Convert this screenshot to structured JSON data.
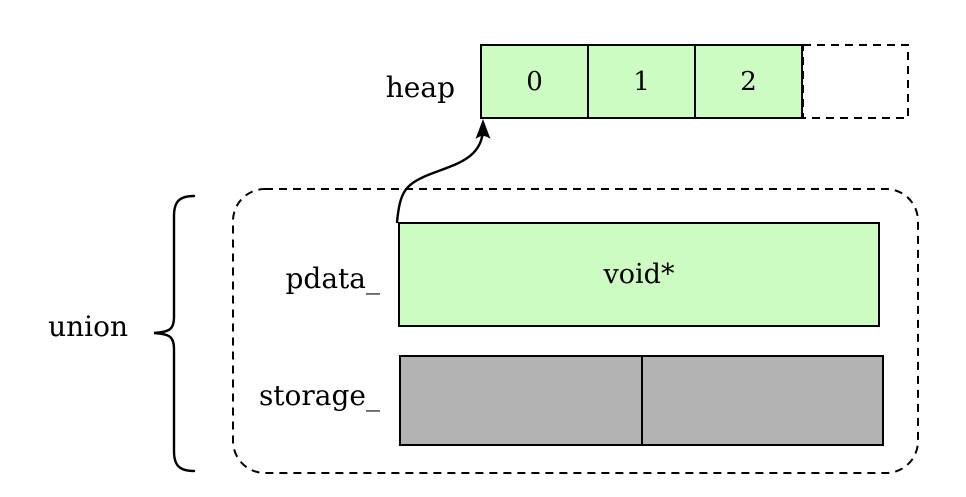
{
  "heap": {
    "label": "heap",
    "cells": [
      "0",
      "1",
      "2"
    ]
  },
  "union": {
    "label": "union",
    "fields": [
      {
        "name": "pdata_",
        "value": "void*"
      },
      {
        "name": "storage_"
      }
    ]
  },
  "icons": {
    "pointer_arrow": "curved-arrow-up",
    "union_brace": "left-curly-brace"
  },
  "colors": {
    "allocated-green": "#ccfcc2",
    "storage-gray": "#b3b3b3",
    "line-black": "#000000",
    "background": "#ffffff"
  }
}
